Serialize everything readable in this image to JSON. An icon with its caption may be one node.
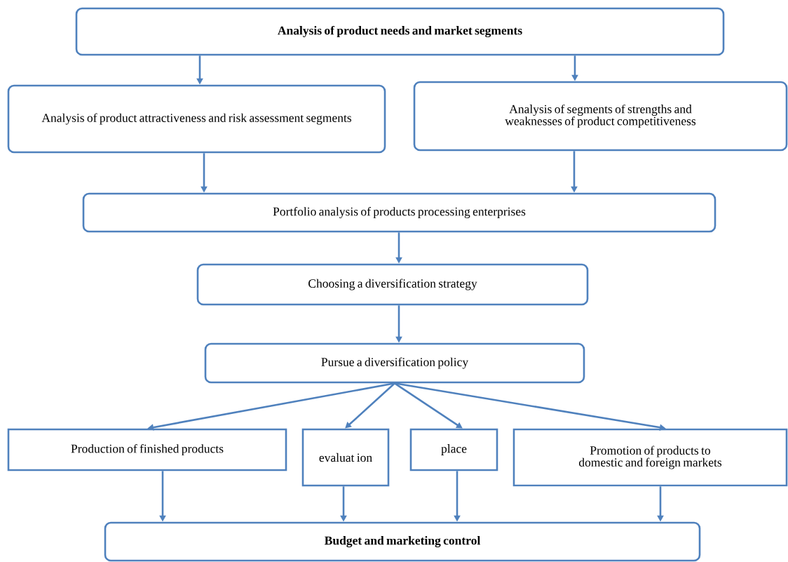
{
  "diagram": {
    "nodes": [
      {
        "text": [
          "Analysis of product needs and market segments"
        ]
      },
      {
        "text": [
          "Analysis of product attractiveness and risk assessment segments"
        ]
      },
      {
        "text": [
          "Analysis of segments of strengths and weaknesses of product competitiveness"
        ]
      },
      {
        "text": [
          "Portfolio analysis of products processing enterprises"
        ]
      },
      {
        "text": [
          "Choosing a diversification strategy"
        ]
      },
      {
        "text": [
          "Pursue a diversification policy"
        ]
      },
      {
        "text": [
          "Production of finished products"
        ]
      },
      {
        "text": [
          "evaluat ion"
        ]
      },
      {
        "text": [
          "place"
        ]
      },
      {
        "text": [
          "Promotion of products to domestic and foreign markets"
        ]
      },
      {
        "text": [
          "Budget and marketing control"
        ]
      }
    ],
    "edges": [
      {
        "from": 0,
        "to": 1,
        "arrow": "to"
      },
      {
        "from": 0,
        "to": 2,
        "arrow": "to"
      },
      {
        "from": 1,
        "to": 3,
        "arrow": "to"
      },
      {
        "from": 2,
        "to": 3,
        "arrow": "to"
      },
      {
        "from": 3,
        "to": 4,
        "arrow": "to"
      },
      {
        "from": 4,
        "to": 5,
        "arrow": "to"
      },
      {
        "from": 5,
        "to": 6,
        "arrow": "to"
      },
      {
        "from": 5,
        "to": 7,
        "arrow": "to"
      },
      {
        "from": 5,
        "to": 8,
        "arrow": "to"
      },
      {
        "from": 5,
        "to": 9,
        "arrow": "to"
      },
      {
        "from": 6,
        "to": 10,
        "arrow": "to"
      },
      {
        "from": 7,
        "to": 10,
        "arrow": "to"
      },
      {
        "from": 8,
        "to": 10,
        "arrow": "to"
      },
      {
        "from": 9,
        "to": 10,
        "arrow": "to"
      }
    ]
  }
}
